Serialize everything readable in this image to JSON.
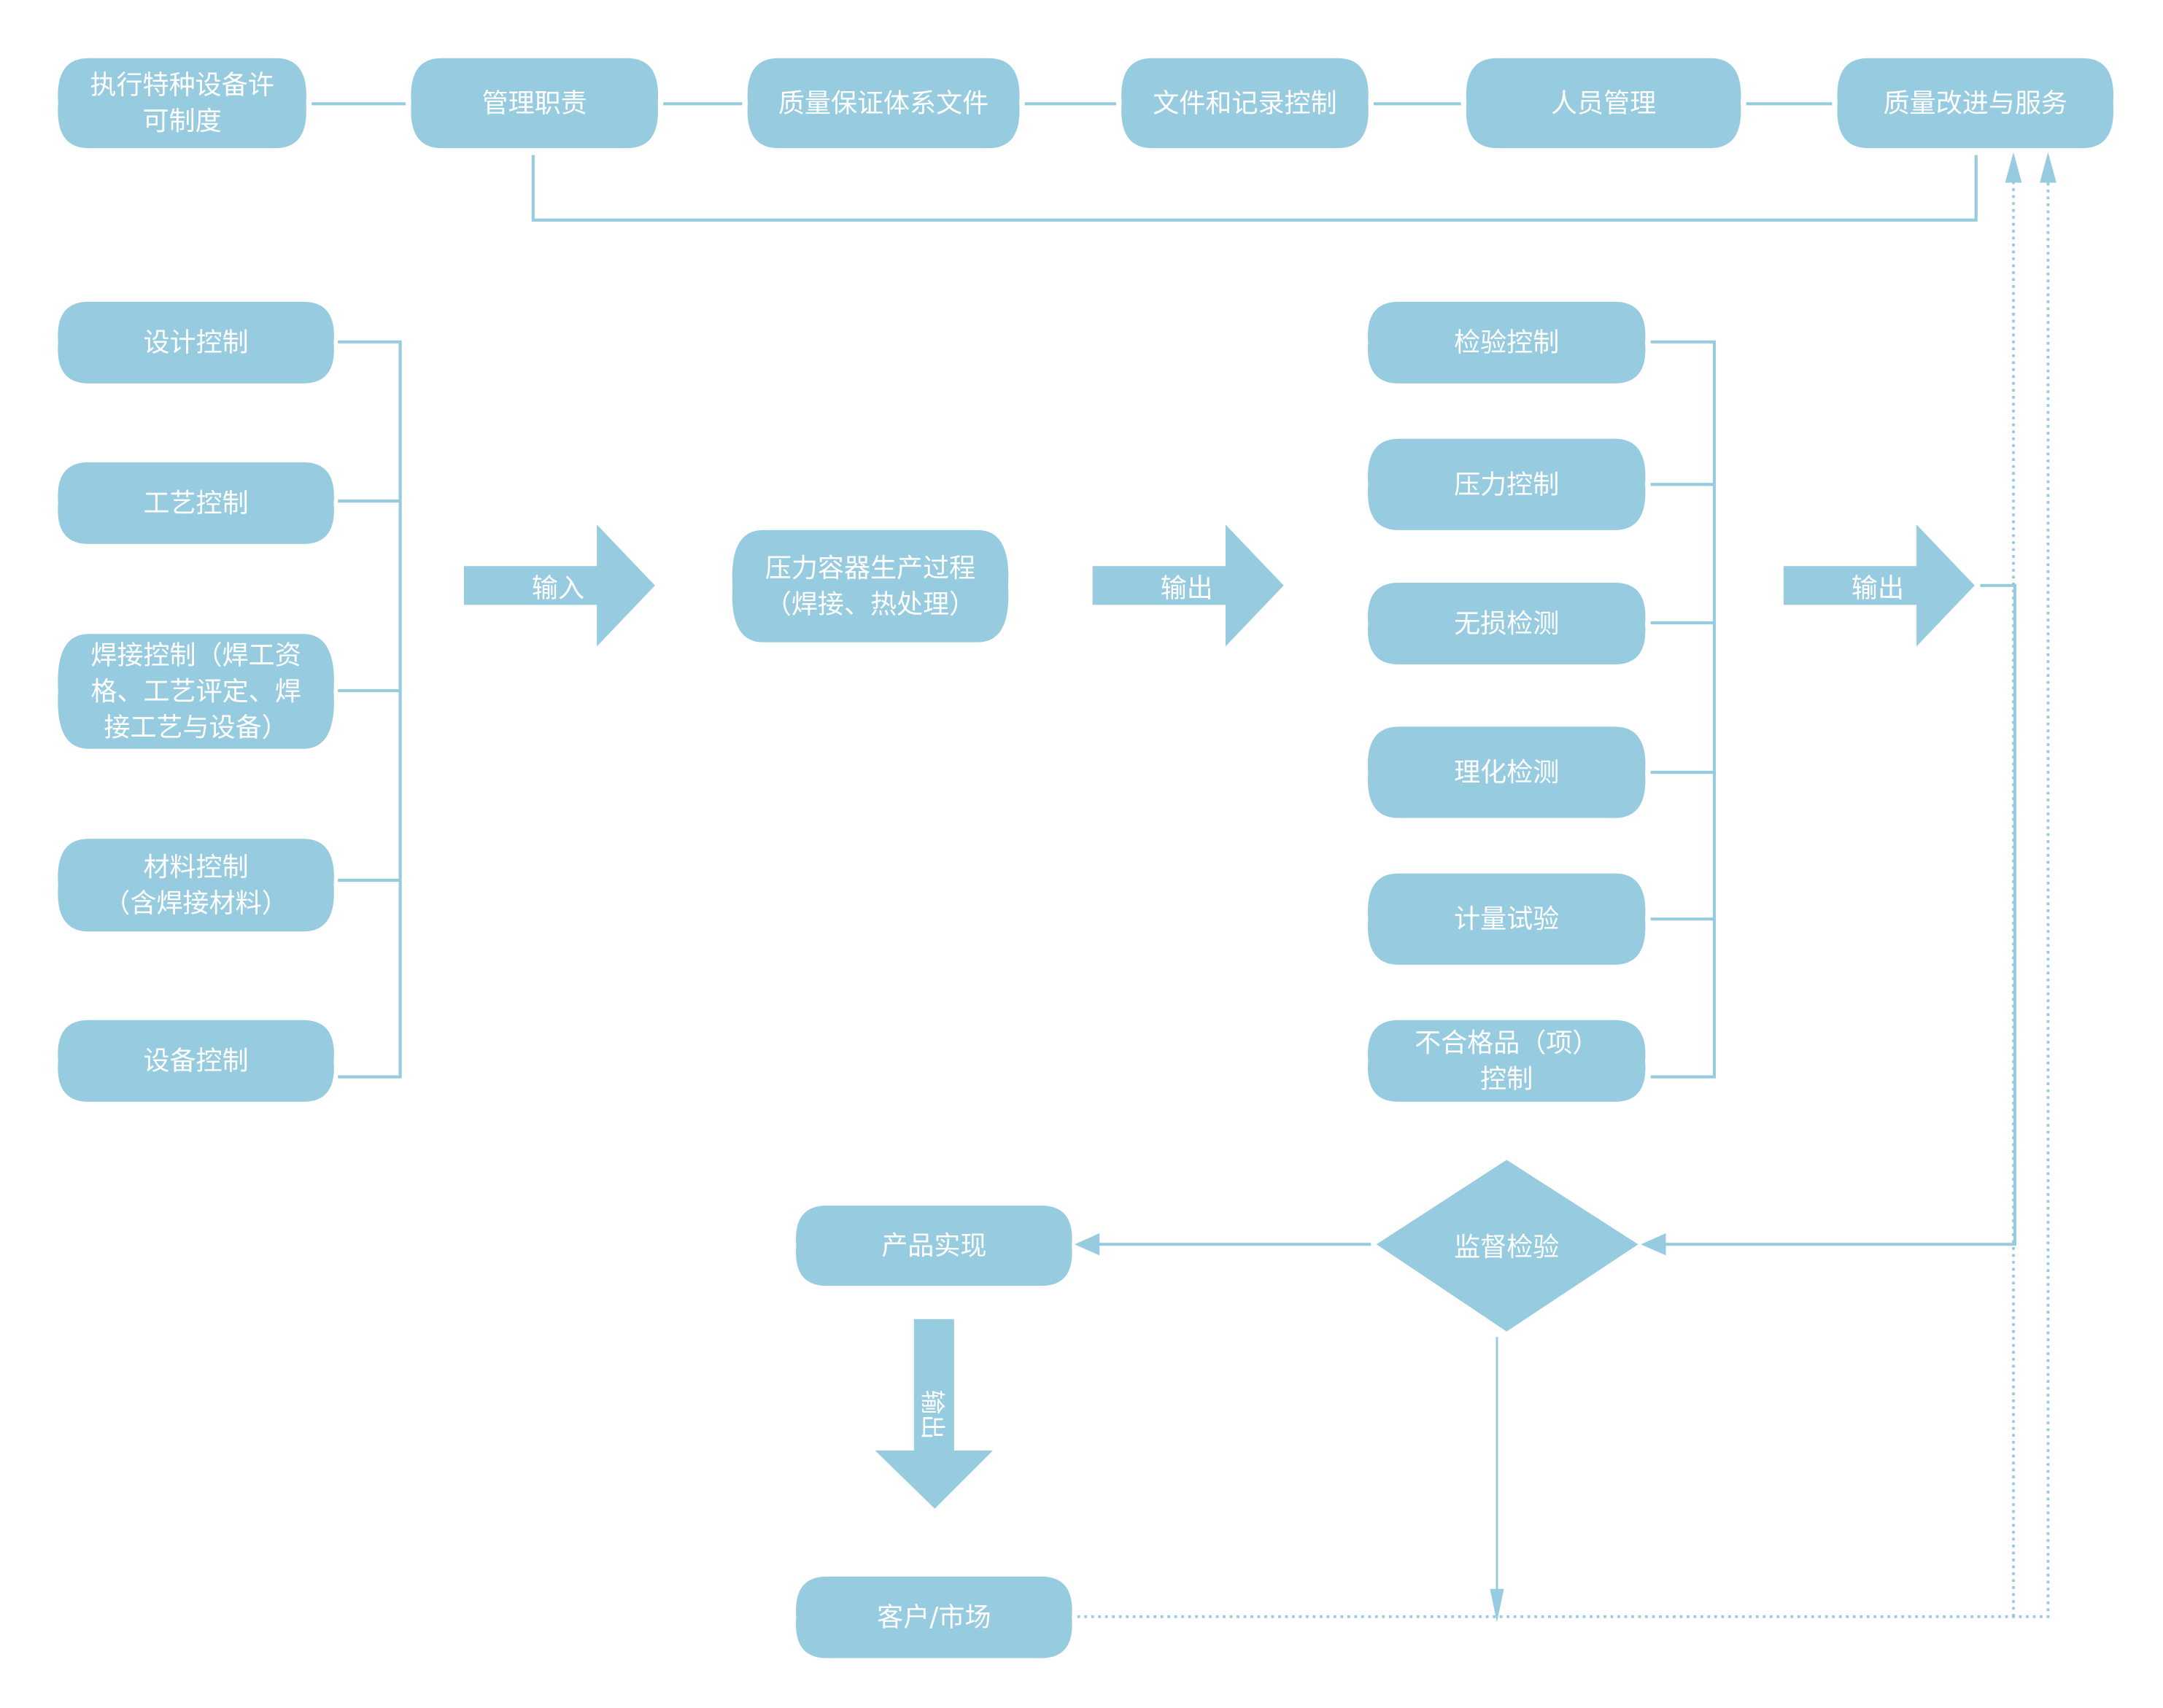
{
  "colors": {
    "node": "#97cbe0",
    "text": "#ffffff",
    "line": "#97cbe0"
  },
  "top_row": [
    {
      "id": "permit",
      "lines": [
        "执行特种设备许",
        "可制度"
      ]
    },
    {
      "id": "mgmt",
      "lines": [
        "管理职责"
      ]
    },
    {
      "id": "qa-docs",
      "lines": [
        "质量保证体系文件"
      ]
    },
    {
      "id": "doc-control",
      "lines": [
        "文件和记录控制"
      ]
    },
    {
      "id": "personnel",
      "lines": [
        "人员管理"
      ]
    },
    {
      "id": "improvement",
      "lines": [
        "质量改进与服务"
      ]
    }
  ],
  "inputs": [
    {
      "id": "design",
      "lines": [
        "设计控制"
      ]
    },
    {
      "id": "process",
      "lines": [
        "工艺控制"
      ]
    },
    {
      "id": "welding",
      "lines": [
        "焊接控制（焊工资",
        "格、工艺评定、焊",
        "接工艺与设备）"
      ]
    },
    {
      "id": "material",
      "lines": [
        "材料控制",
        "（含焊接材料）"
      ]
    },
    {
      "id": "equipment",
      "lines": [
        "设备控制"
      ]
    }
  ],
  "input_arrow": "输入",
  "production": {
    "lines": [
      "压力容器生产过程",
      "（焊接、热处理）"
    ]
  },
  "output_arrow_1": "输出",
  "checks": [
    {
      "id": "inspection",
      "lines": [
        "检验控制"
      ]
    },
    {
      "id": "pressure",
      "lines": [
        "压力控制"
      ]
    },
    {
      "id": "ndt",
      "lines": [
        "无损检测"
      ]
    },
    {
      "id": "physchem",
      "lines": [
        "理化检测"
      ]
    },
    {
      "id": "metrology",
      "lines": [
        "计量试验"
      ]
    },
    {
      "id": "nonconforming",
      "lines": [
        "不合格品（项）",
        "控制"
      ]
    }
  ],
  "output_arrow_2": "输出",
  "supervision": "监督检验",
  "product": "产品实现",
  "output_arrow_3": "输出",
  "customer": "客户/市场"
}
